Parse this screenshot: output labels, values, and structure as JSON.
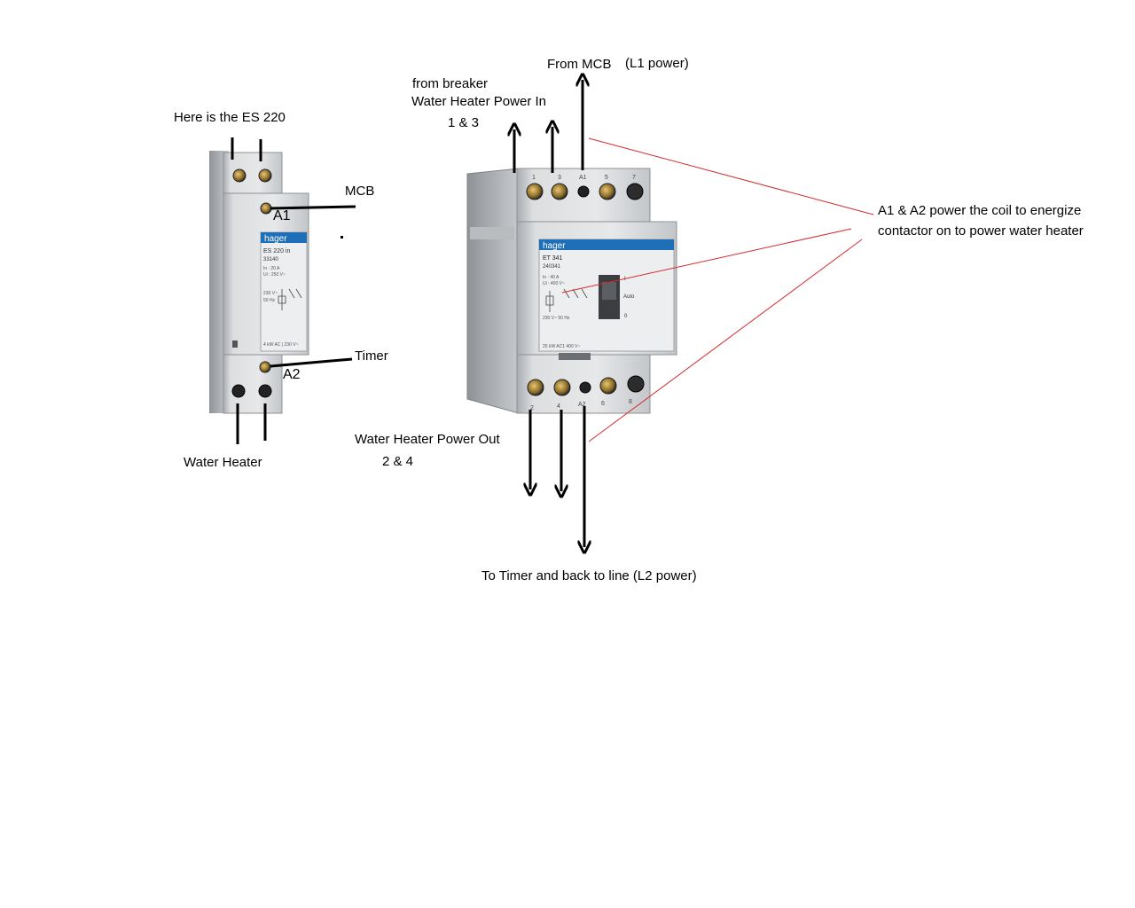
{
  "es220": {
    "title": "Here is the ES 220",
    "brand": "hager",
    "model": "ES 220 in",
    "ref": "33140",
    "spec_1": "In : 20 A",
    "spec_2": "Ui : 250 V~",
    "coil_1": "230 V~",
    "coil_2": "50 Hz",
    "bottom_text": "4 kW AC | 230 V~",
    "label_mcb": "MCB",
    "label_a1": "A1",
    "label_timer": "Timer",
    "label_a2": "A2",
    "label_water_heater": "Water Heater"
  },
  "et341": {
    "brand": "hager",
    "model": "ET 341",
    "ref": "240341",
    "spec_1": "In : 40 A",
    "spec_2": "Ui : 400 V~",
    "coil": "230 V~ 50 Hz",
    "bottom_text": "25 kW AC1 400 V~",
    "switch_on": "I",
    "switch_auto": "Auto",
    "switch_off": "0",
    "top_terminals": [
      "1",
      "3",
      "A1",
      "5",
      "7"
    ],
    "bottom_terminals": [
      "2",
      "4",
      "A2",
      "6",
      "8"
    ],
    "label_from_mcb": "From MCB",
    "label_l1": "(L1 power)",
    "label_from_breaker": "from breaker",
    "label_power_in": "Water Heater Power In",
    "label_in_terminals": "1 & 3",
    "label_power_out": "Water Heater Power Out",
    "label_out_terminals": "2 & 4",
    "label_to_timer": "To Timer and back to line (L2 power)",
    "note": "A1 & A2 power the coil to energize contactor on to power water heater"
  },
  "colors": {
    "device_body": "#d6d8da",
    "device_shadow": "#9ea2a6",
    "brand_blue": "#1f6fb8",
    "annotation_red": "#d42a2a"
  }
}
